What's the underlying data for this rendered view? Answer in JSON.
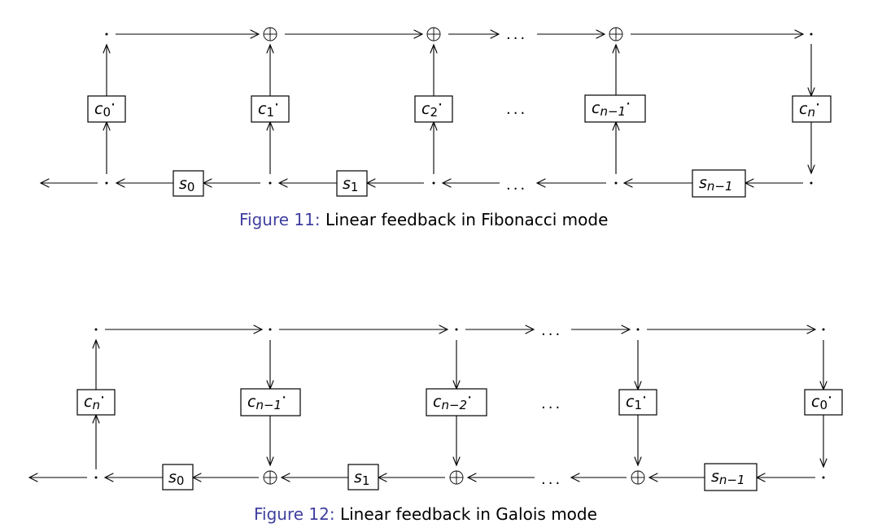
{
  "figures": [
    {
      "id": "fibonacci",
      "caption": {
        "prefix": "Figure 11:",
        "text": "Linear feedback in Fibonacci mode"
      },
      "coeff_boxes": [
        {
          "base": "c",
          "sub": "0"
        },
        {
          "base": "c",
          "sub": "1"
        },
        {
          "base": "c",
          "sub": "2"
        },
        {
          "base": "c",
          "sub": "n−1"
        },
        {
          "base": "c",
          "sub": "n"
        }
      ],
      "state_boxes": [
        {
          "base": "s",
          "sub": "0"
        },
        {
          "base": "s",
          "sub": "1"
        },
        {
          "base": "s",
          "sub": "n−1"
        }
      ],
      "ellipsis": "..."
    },
    {
      "id": "galois",
      "caption": {
        "prefix": "Figure 12:",
        "text": "Linear feedback in Galois mode"
      },
      "coeff_boxes": [
        {
          "base": "c",
          "sub": "n"
        },
        {
          "base": "c",
          "sub": "n−1"
        },
        {
          "base": "c",
          "sub": "n−2"
        },
        {
          "base": "c",
          "sub": "1"
        },
        {
          "base": "c",
          "sub": "0"
        }
      ],
      "state_boxes": [
        {
          "base": "s",
          "sub": "0"
        },
        {
          "base": "s",
          "sub": "1"
        },
        {
          "base": "s",
          "sub": "n−1"
        }
      ],
      "ellipsis": "..."
    }
  ]
}
